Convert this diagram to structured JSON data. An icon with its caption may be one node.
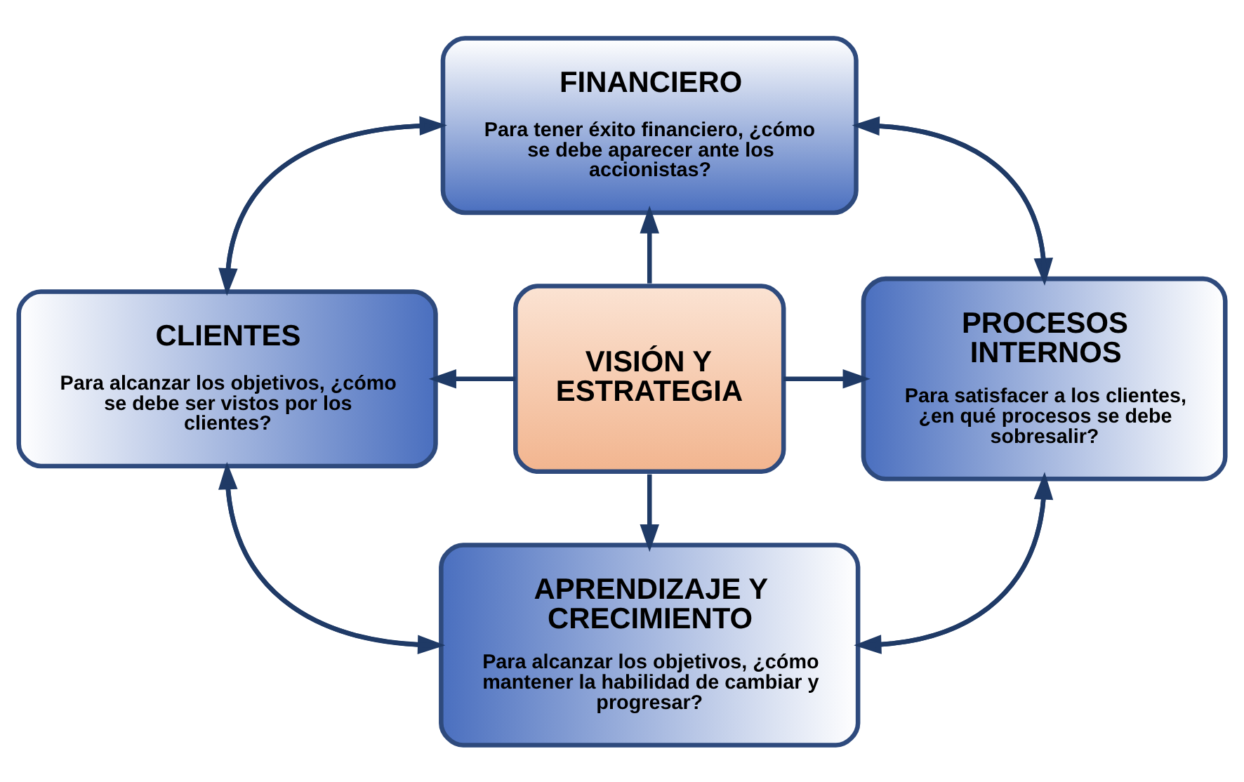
{
  "diagram": {
    "nodes": [
      {
        "text": [
          "FINANCIERO",
          "Para tener éxito financiero, ¿cómo se debe aparecer ante los accionistas?"
        ]
      },
      {
        "text": [
          "CLIENTES",
          "Para alcanzar los objetivos, ¿cómo se debe ser vistos por los clientes?"
        ]
      },
      {
        "text": [
          "VISIÓN Y ESTRATEGIA"
        ]
      },
      {
        "text": [
          "PROCESOS INTERNOS",
          "Para satisfacer a los clientes, ¿en qué procesos se debe sobresalir?"
        ]
      },
      {
        "text": [
          "APRENDIZAJE Y CRECIMIENTO",
          "Para alcanzar los objetivos, ¿cómo mantener la habilidad de cambiar y progresar?"
        ]
      }
    ],
    "edges": [
      {
        "from": 2,
        "to": 0,
        "arrow": "to"
      },
      {
        "from": 2,
        "to": 1,
        "arrow": "to"
      },
      {
        "from": 2,
        "to": 3,
        "arrow": "to"
      },
      {
        "from": 2,
        "to": 4,
        "arrow": "to"
      },
      {
        "from": 0,
        "to": 1,
        "arrow": "to"
      },
      {
        "from": 1,
        "to": 0,
        "arrow": "to"
      },
      {
        "from": 0,
        "to": 3,
        "arrow": "to"
      },
      {
        "from": 3,
        "to": 0,
        "arrow": "to"
      },
      {
        "from": 3,
        "to": 4,
        "arrow": "to"
      },
      {
        "from": 4,
        "to": 3,
        "arrow": "to"
      },
      {
        "from": 4,
        "to": 1,
        "arrow": "to"
      },
      {
        "from": 1,
        "to": 4,
        "arrow": "to"
      }
    ]
  }
}
